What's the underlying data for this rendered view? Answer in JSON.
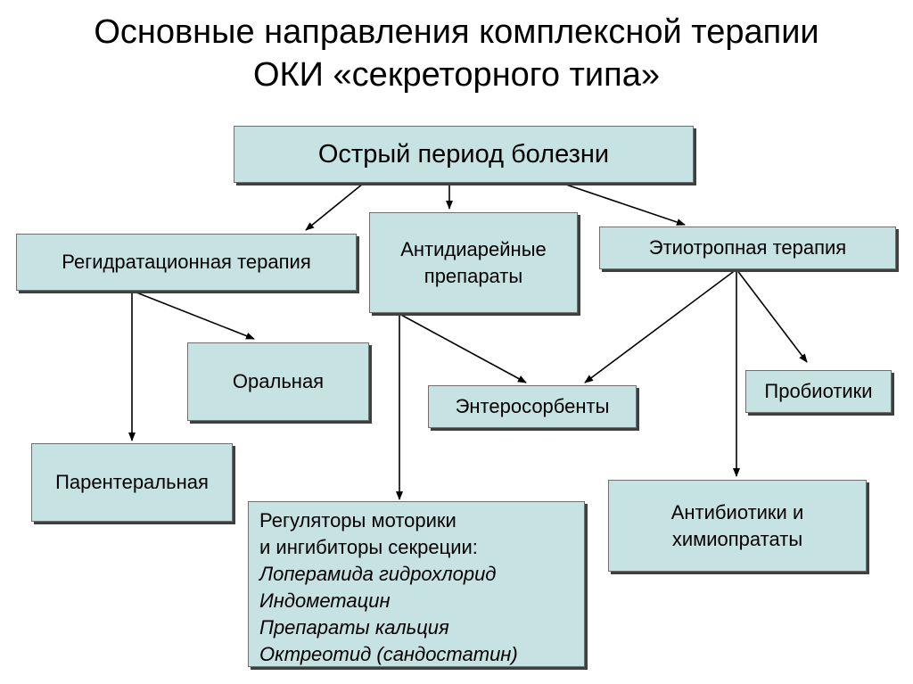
{
  "title": {
    "line1": "Основные направления комплексной терапии",
    "line2": "ОКИ «секреторного типа»"
  },
  "nodes": {
    "acute": "Острый период болезни",
    "rehydration": "Регидратационная терапия",
    "antidiarrheal": {
      "line1": "Антидиарейные",
      "line2": "препараты"
    },
    "etiotropic": "Этиотропная терапия",
    "oral": "Оральная",
    "parenteral": "Парентеральная",
    "enterosorbents": "Энтеросорбенты",
    "probiotics": "Пробиотики",
    "antibiotics": {
      "line1": "Антибиотики и",
      "line2": "химиопрататы"
    },
    "regulators": {
      "line1": "Регуляторы моторики",
      "line2": "и ингибиторы секреции:",
      "items": [
        "Лоперамида гидрохлорид",
        "Индометацин",
        "Препараты кальция",
        "Октреотид (сандостатин)"
      ]
    }
  },
  "colors": {
    "box_fill": "#c6e2e3",
    "box_border": "#6f6f6f",
    "shadow": "#3f3f3f",
    "arrow": "#000000"
  }
}
